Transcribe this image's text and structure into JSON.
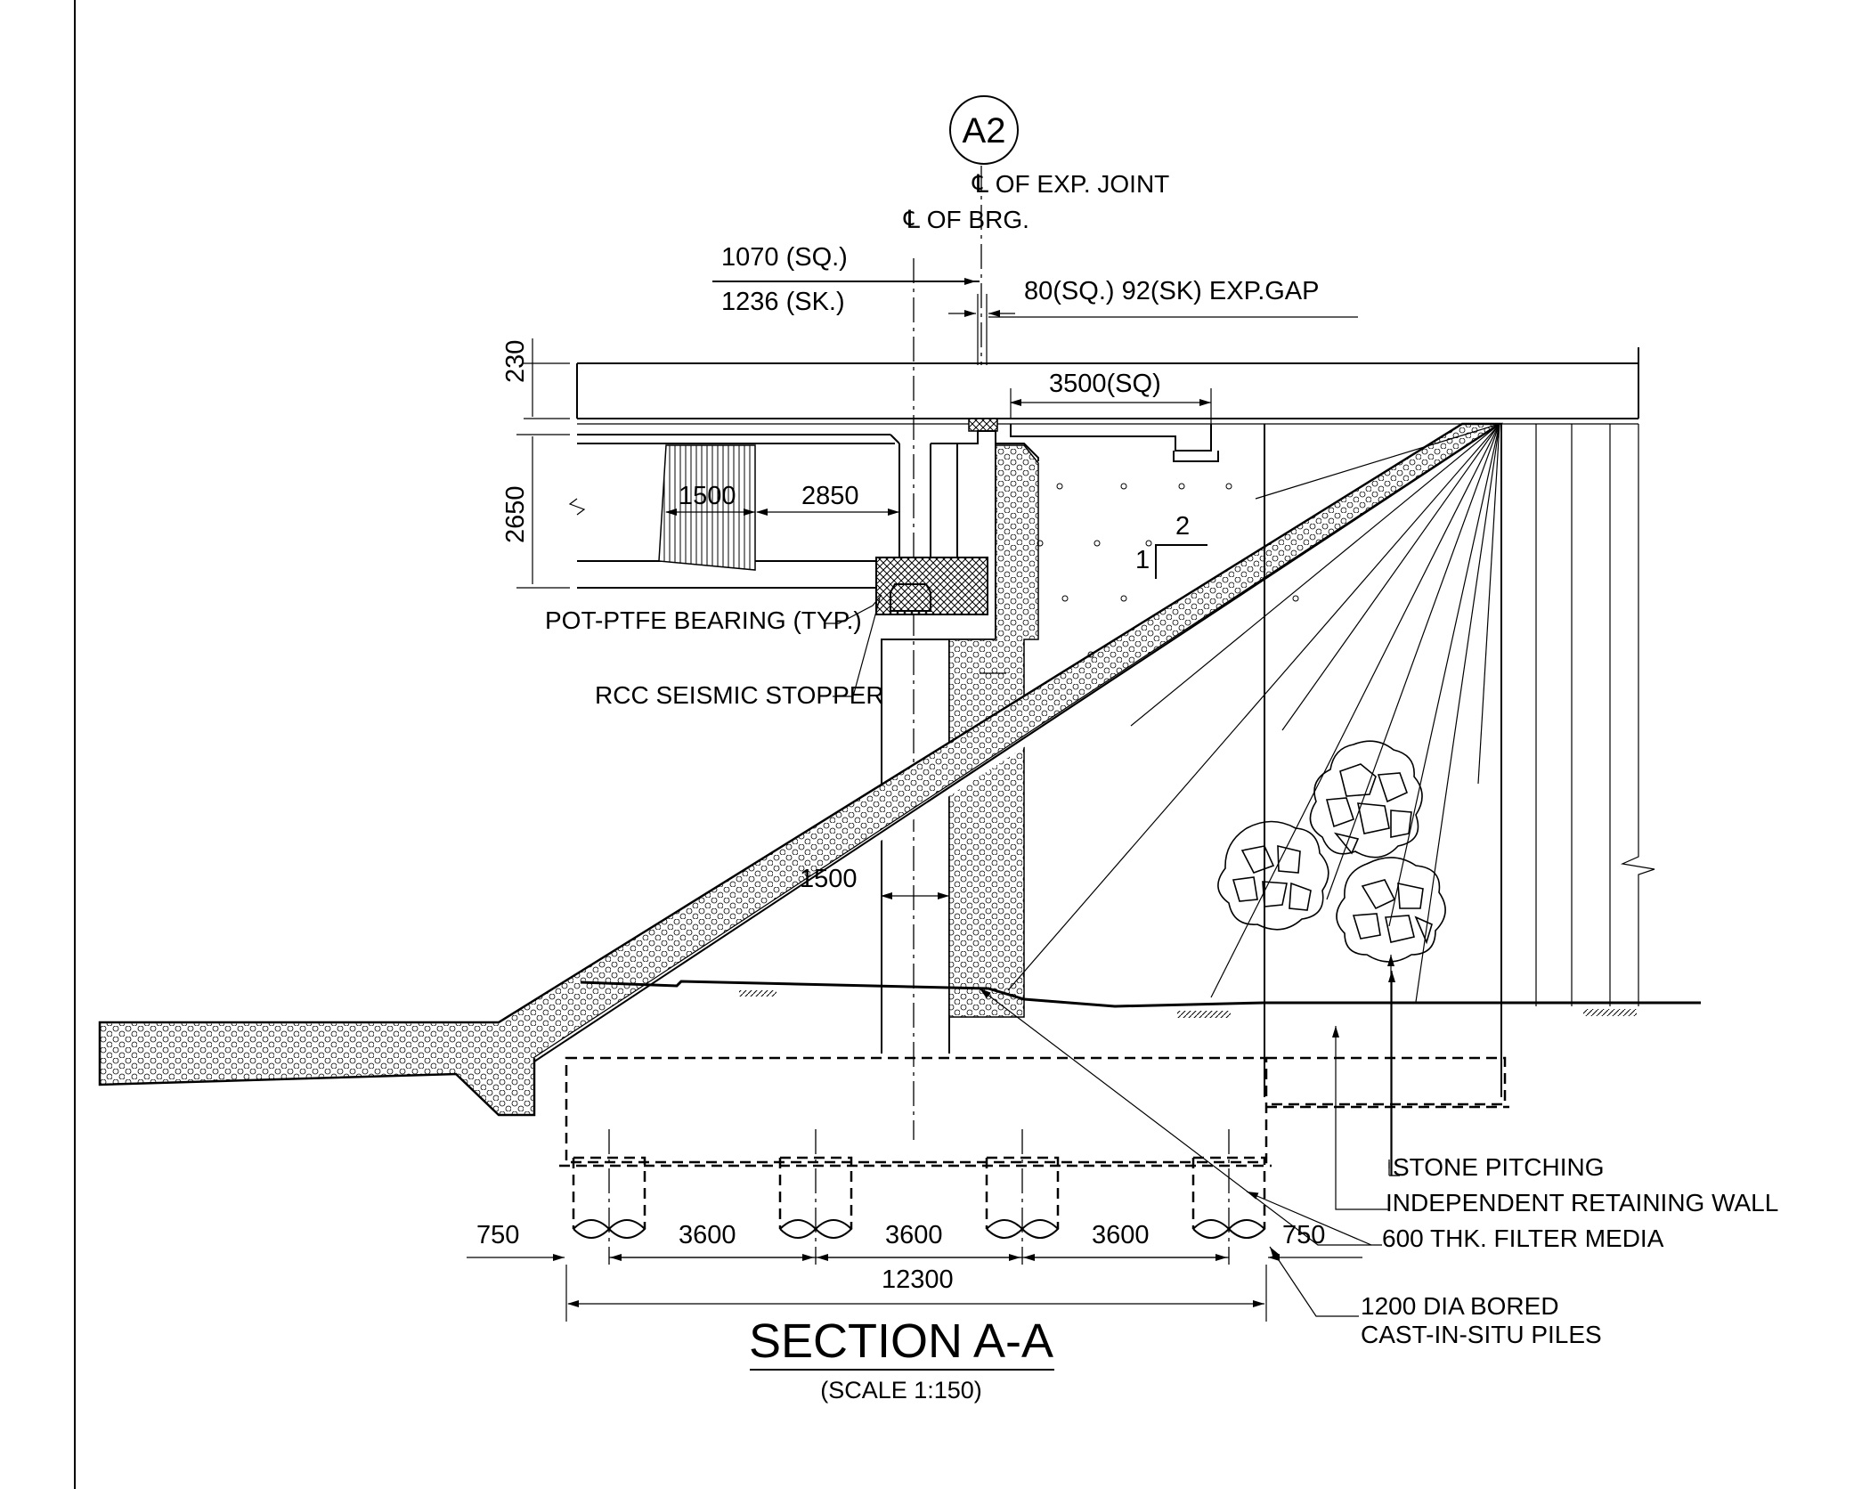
{
  "grid_bubble": "A2",
  "labels": {
    "cl_exp_joint": "℄ OF EXP. JOINT",
    "cl_brg": "℄ OF BRG.",
    "dim_1070": "1070 (SQ.)",
    "dim_1236": "1236 (SK.)",
    "exp_gap": "80(SQ.) 92(SK) EXP.GAP",
    "dim_230": "230",
    "dim_3500": "3500(SQ)",
    "dim_2650": "2650",
    "dim_1500_top": "1500",
    "dim_2850": "2850",
    "slope_2": "2",
    "slope_1": "1",
    "bearing": "POT-PTFE BEARING (TYP.)",
    "stopper": "RCC SEISMIC STOPPER",
    "dim_1500_mid": "1500",
    "stone_pitching": "STONE PITCHING",
    "retaining_wall": "INDEPENDENT RETAINING WALL",
    "filter_media": "600 THK. FILTER MEDIA",
    "dim_750_left": "750",
    "dim_3600_a": "3600",
    "dim_3600_b": "3600",
    "dim_3600_c": "3600",
    "dim_750_right": "750",
    "dim_12300": "12300",
    "piles_line1": "1200 DIA BORED",
    "piles_line2": "CAST-IN-SITU PILES",
    "title": "SECTION A-A",
    "scale": "(SCALE   1:150)"
  }
}
